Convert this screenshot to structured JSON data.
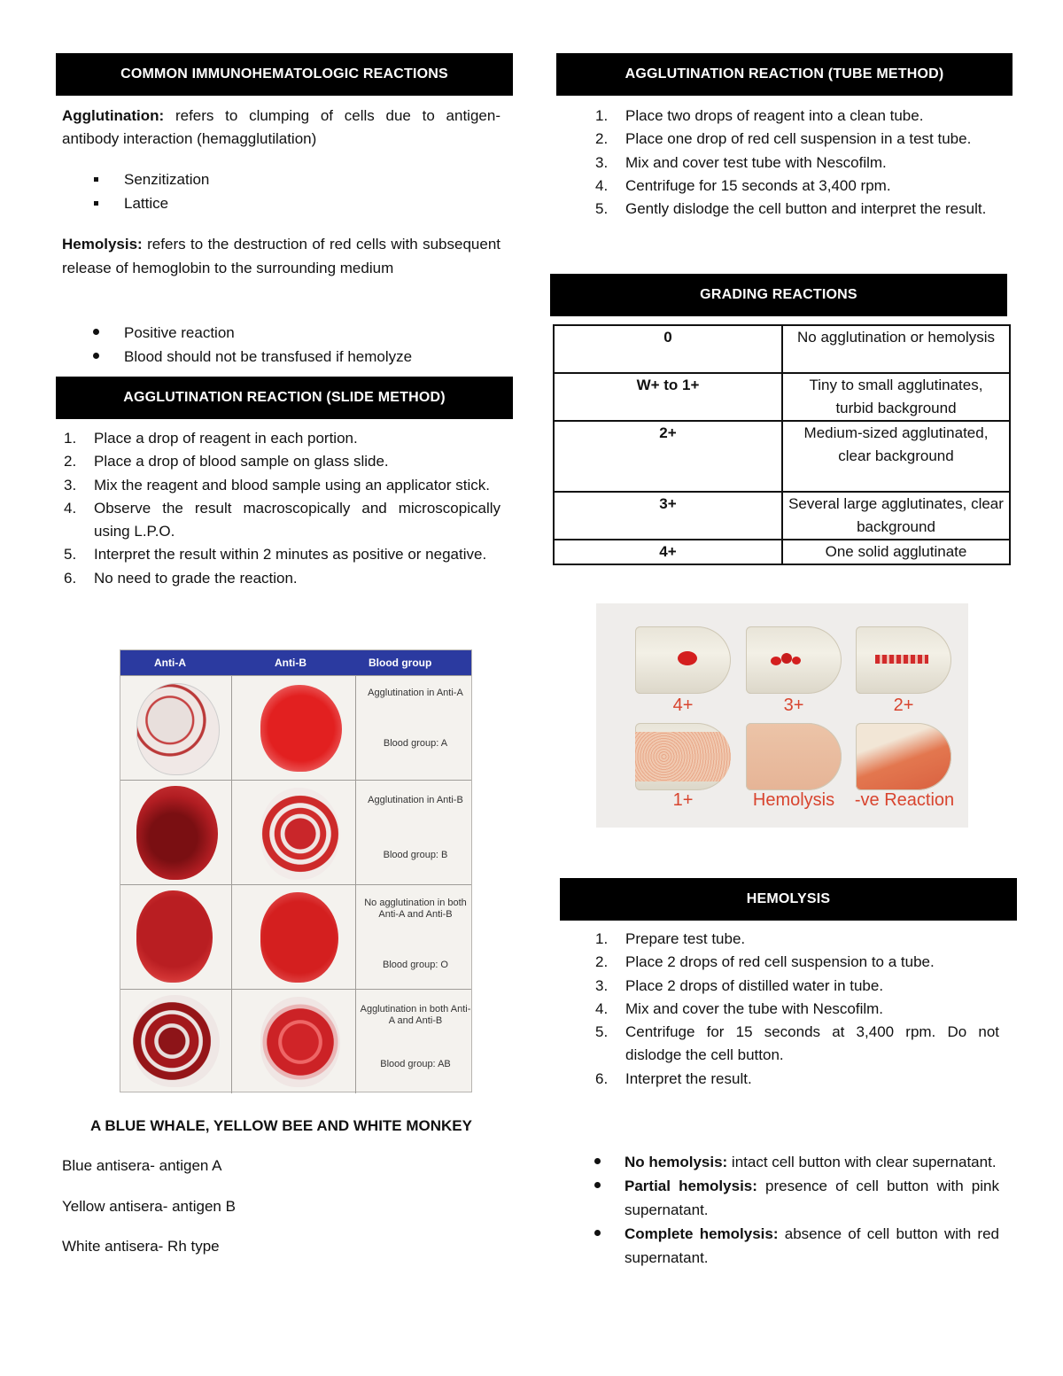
{
  "left": {
    "common_header": "COMMON IMMUNOHEMATOLOGIC REACTIONS",
    "agglutination_term": "Agglutination:",
    "agglutination_def": " refers to clumping of cells due to antigen-antibody interaction (hemagglutilation)",
    "agglutination_stages": [
      "Senzitization",
      "Lattice"
    ],
    "hemolysis_term": "Hemolysis:",
    "hemolysis_def": " refers to the destruction of red cells with subsequent release of hemoglobin to the surrounding medium",
    "hemolysis_points": [
      "Positive reaction",
      "Blood should not be transfused if hemolyze"
    ],
    "slide_header": "AGGLUTINATION REACTION (SLIDE METHOD)",
    "slide_steps": [
      "Place a drop of reagent in each portion.",
      "Place a drop of blood sample on glass slide.",
      "Mix the reagent and blood sample using an applicator stick.",
      "Observe the result macroscopically and microscopically using L.P.O.",
      "Interpret the result within 2 minutes as positive or negative.",
      "No need to grade the reaction."
    ],
    "figure": {
      "col_headers": [
        "Anti-A",
        "Anti-B",
        "Blood group"
      ],
      "rows": [
        {
          "finding": "Agglutination in Anti-A",
          "group": "Blood group: A"
        },
        {
          "finding": "Agglutination in Anti-B",
          "group": "Blood group: B"
        },
        {
          "finding": "No agglutination in both Anti-A and Anti-B",
          "group": "Blood group: O"
        },
        {
          "finding": "Agglutination in both Anti-A and Anti-B",
          "group": "Blood group: AB"
        }
      ]
    },
    "mnemonic_title": "A BLUE WHALE, YELLOW BEE AND WHITE MONKEY",
    "mnemonic_lines": [
      "Blue antisera- antigen A",
      "Yellow antisera- antigen B",
      "White antisera- Rh type"
    ]
  },
  "right": {
    "tube_header": "AGGLUTINATION REACTION (TUBE METHOD)",
    "tube_steps": [
      "Place two drops of reagent into a clean tube.",
      "Place one drop of red cell suspension in a test tube.",
      "Mix and cover test tube with Nescofilm.",
      "Centrifuge for 15 seconds at 3,400 rpm.",
      "Gently dislodge the cell button and interpret the result."
    ],
    "grading_header": "GRADING REACTIONS",
    "grading_rows": [
      {
        "grade": "0",
        "desc": "No agglutination or hemolysis"
      },
      {
        "grade": "W+ to 1+",
        "desc": "Tiny to small agglutinates, turbid background"
      },
      {
        "grade": "2+",
        "desc": "Medium-sized agglutinated, clear background"
      },
      {
        "grade": "3+",
        "desc": "Several large agglutinates, clear background"
      },
      {
        "grade": "4+",
        "desc": "One solid agglutinate"
      }
    ],
    "tube_labels": [
      "4+",
      "3+",
      "2+",
      "1+",
      "Hemolysis",
      "-ve Reaction"
    ],
    "hemolysis_header": "HEMOLYSIS",
    "hemolysis_steps": [
      "Prepare test tube.",
      "Place 2 drops of red cell suspension to a tube.",
      "Place 2 drops of distilled water in tube.",
      "Mix and cover the tube with Nescofilm.",
      "Centrifuge for 15 seconds at 3,400 rpm. Do not dislodge the cell button.",
      "Interpret the result."
    ],
    "hemolysis_results": [
      {
        "term": "No hemolysis:",
        "text": " intact cell button with clear supernatant."
      },
      {
        "term": "Partial hemolysis:",
        "text": " presence of cell button with pink supernatant."
      },
      {
        "term": "Complete hemolysis:",
        "text": " absence of cell button with red supernatant."
      }
    ]
  },
  "colors": {
    "header_bg": "#000000",
    "header_fg": "#ffffff",
    "figure_header": "#2b3aa0",
    "tube_label": "#d8442e",
    "blood": "#d41f1f"
  }
}
